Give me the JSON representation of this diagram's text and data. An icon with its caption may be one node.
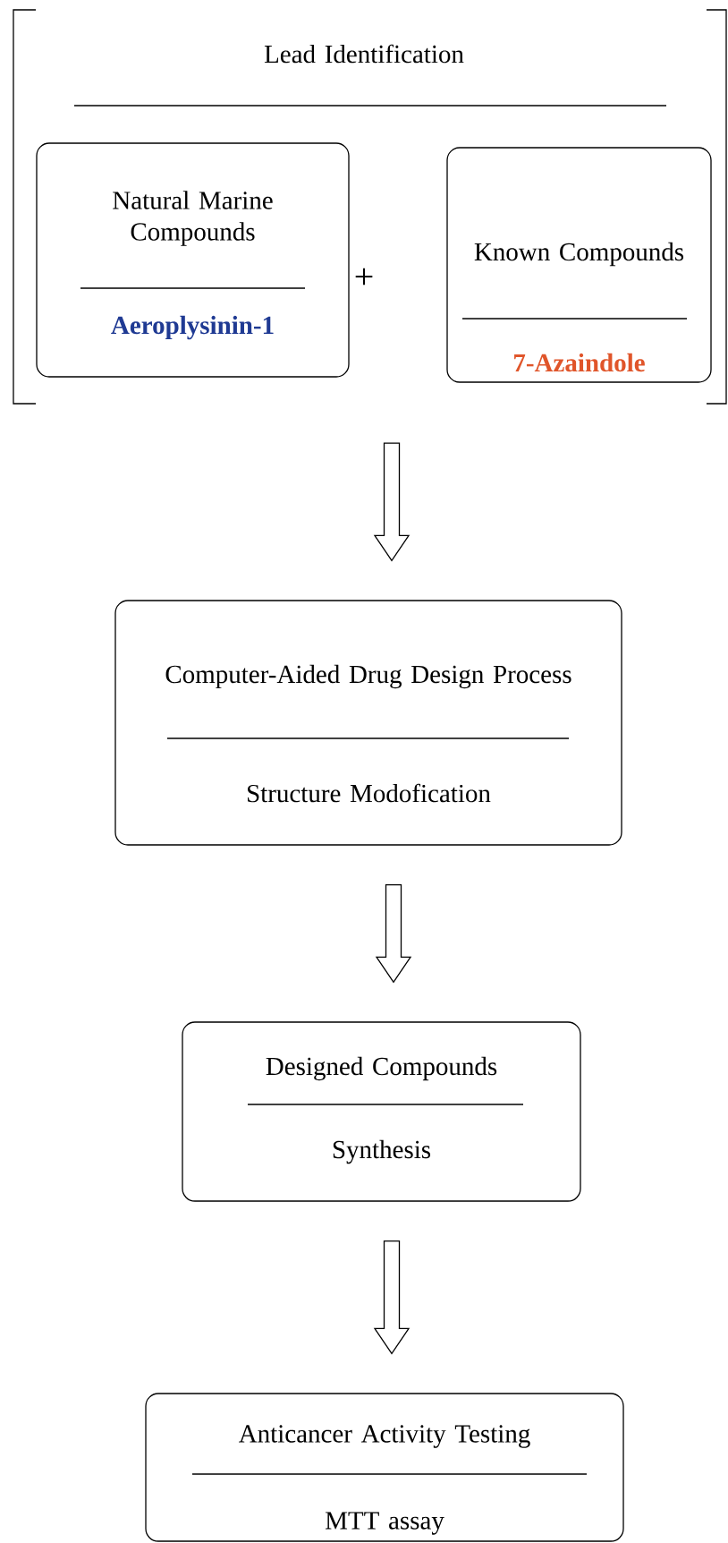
{
  "diagram": {
    "nodes": [
      {
        "text": [
          "Lead Identification"
        ]
      },
      {
        "text": [
          "Natural Marine Compounds",
          "Aeroplysinin-1"
        ],
        "in": 0
      },
      {
        "text": [
          "Known Compounds",
          "7-Azaindole"
        ],
        "in": 0
      },
      {
        "text": [
          "Computer-Aided Drug Design Process",
          "Structure Modofication"
        ]
      },
      {
        "text": [
          "Designed Compounds",
          "Synthesis"
        ]
      },
      {
        "text": [
          "Anticancer Activity Testing",
          "MTT assay"
        ]
      }
    ],
    "edges": [
      {
        "from": 0,
        "to": 3,
        "arrow": "to"
      },
      {
        "from": 3,
        "to": 4,
        "arrow": "to"
      },
      {
        "from": 4,
        "to": 5,
        "arrow": "to"
      }
    ],
    "labels": [
      "+"
    ]
  }
}
